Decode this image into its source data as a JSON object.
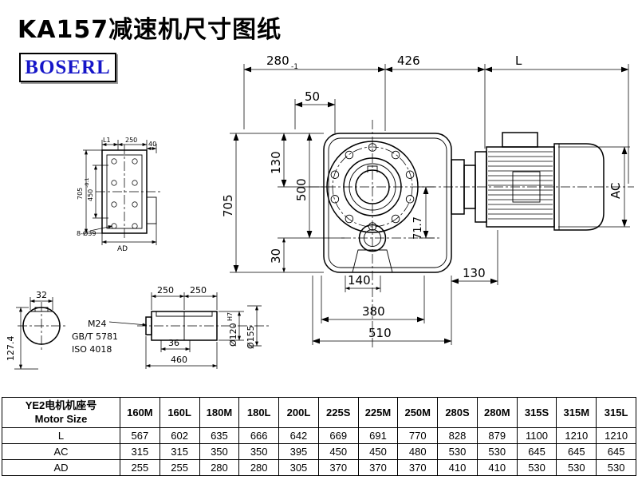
{
  "page": {
    "title": "KA157减速机尺寸图纸",
    "logo": "BOSERL"
  },
  "main_view": {
    "dim_280": "280",
    "dim_280_tol": "-1",
    "dim_426": "426",
    "dim_L": "L",
    "dim_50": "50",
    "dim_705": "705",
    "dim_130_left": "130",
    "dim_500": "500",
    "dim_30": "30",
    "dim_71_7": "71.7",
    "dim_140": "140",
    "dim_130_right": "130",
    "dim_380": "380",
    "dim_510": "510",
    "dim_AC": "AC"
  },
  "flange_view": {
    "dim_L1": "L1",
    "dim_250": "250",
    "dim_40": "40",
    "dim_705": "705",
    "dim_450": "450",
    "dim_450_tol": "-0.1",
    "dim_holes": "8-Ø39",
    "dim_AD": "AD"
  },
  "shaft_end_view": {
    "dim_32": "32",
    "dim_127_4": "127.4"
  },
  "shaft_detail": {
    "dim_250_a": "250",
    "dim_250_b": "250",
    "thread": "M24",
    "std_gb": "GB/T 5781",
    "std_iso": "ISO 4018",
    "dim_36": "36",
    "dim_460": "460",
    "dim_d120": "Ø120",
    "dim_d120_fit": "H7",
    "dim_d155": "Ø155"
  },
  "table": {
    "row_header_cn": "YE2电机机座号",
    "row_header_en": "Motor Size",
    "columns": [
      "160M",
      "160L",
      "180M",
      "180L",
      "200L",
      "225S",
      "225M",
      "250M",
      "280S",
      "280M",
      "315S",
      "315M",
      "315L"
    ],
    "rows": [
      {
        "label": "L",
        "values": [
          "567",
          "602",
          "635",
          "666",
          "642",
          "669",
          "691",
          "770",
          "828",
          "879",
          "1100",
          "1210",
          "1210"
        ]
      },
      {
        "label": "AC",
        "values": [
          "315",
          "315",
          "350",
          "350",
          "395",
          "450",
          "450",
          "480",
          "530",
          "530",
          "645",
          "645",
          "645"
        ]
      },
      {
        "label": "AD",
        "values": [
          "255",
          "255",
          "280",
          "280",
          "305",
          "370",
          "370",
          "370",
          "410",
          "410",
          "530",
          "530",
          "530"
        ]
      }
    ]
  }
}
